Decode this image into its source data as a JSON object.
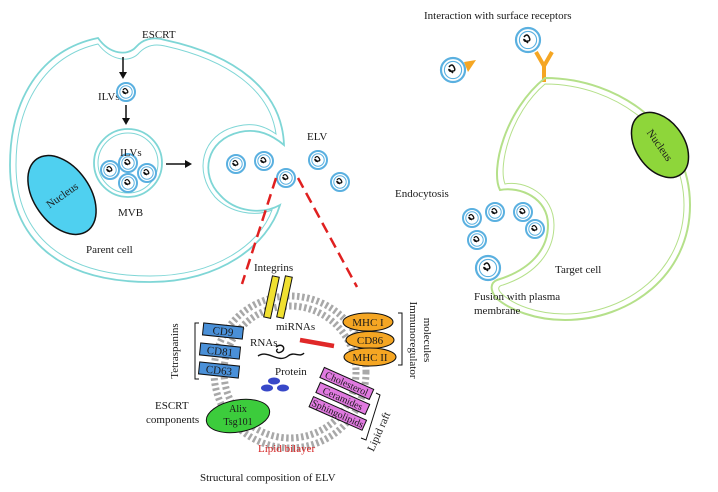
{
  "labels": {
    "interaction_title": "Interaction with surface receptors",
    "escrt": "ESCRT",
    "ilvs_top": "ILVs",
    "ilvs_mvb": "ILVs",
    "mvb": "MVB",
    "nucleus_parent": "Nucleus",
    "parent_cell": "Parent cell",
    "elv": "ELV",
    "nucleus_target": "Nucleus",
    "endocytosis": "Endocytosis",
    "target_cell": "Target cell",
    "fusion_line1": "Fusion with plasma",
    "fusion_line2": "membrane",
    "integrins": "Integrins",
    "mirnas": "miRNAs",
    "rnas": "RNAs",
    "protein": "Protein",
    "tetraspanins": "Tetraspanins",
    "cd9": "CD9",
    "cd81": "CD81",
    "cd63": "CD63",
    "mhc1": "MHC I",
    "cd86": "CD86",
    "mhc2": "MHC II",
    "immunoregulator_line1": "Immunoregulator",
    "immunoregulator_line2": "molecules",
    "cholesterol": "Cholesterol",
    "ceramides": "Ceramides",
    "sphingolipids": "Sphingolipids",
    "lipid_raft": "Lipid raft",
    "alix": "Alix",
    "tsg101": "Tsg101",
    "escrt_components_line1": "ESCRT",
    "escrt_components_line2": "components",
    "lipid_bilayer": "Lipid bilayer",
    "structural_caption": "Structural composition of ELV"
  },
  "colors": {
    "cell_membrane": "#7fd6d6",
    "target_membrane": "#b5e08a",
    "nucleus_parent": "#4fd0f0",
    "nucleus_target": "#8ed63a",
    "vesicle": "#5ab0e0",
    "tetraspanin": "#4a90d8",
    "immuno": "#f5a623",
    "lipid_raft": "#e07ae0",
    "escrt": "#3ccc3c",
    "integrin": "#f0e030",
    "mirna": "#e02828",
    "protein": "#3848c8",
    "dashed_line": "#e02020"
  }
}
